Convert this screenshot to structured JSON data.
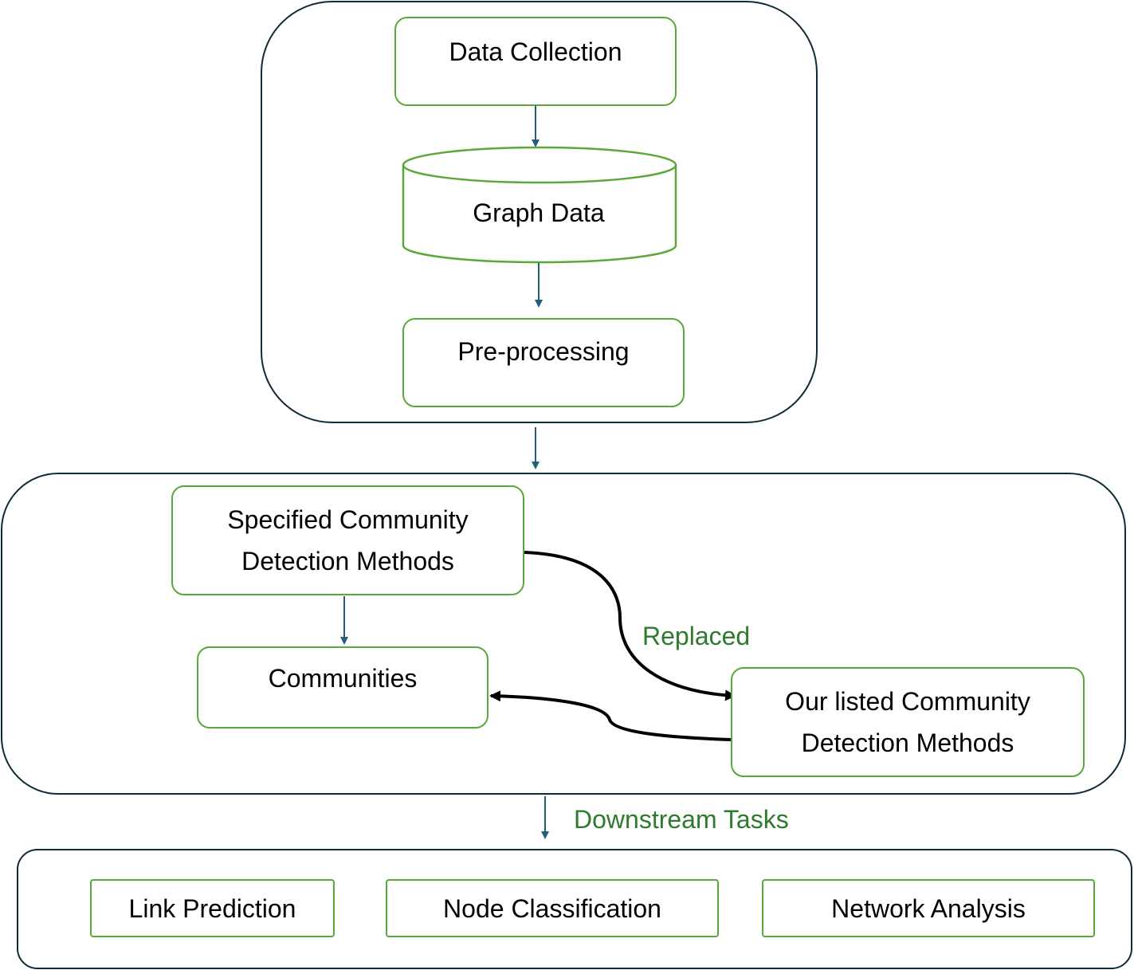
{
  "colors": {
    "container_border": "#0e2a35",
    "node_border": "#5aa83a",
    "arrow_blue": "#1f5f7a",
    "arrow_black": "#000000",
    "label_green": "#2e7a2e"
  },
  "stage1": {
    "data_collection": "Data Collection",
    "graph_data": "Graph Data",
    "preprocessing": "Pre-processing"
  },
  "stage2": {
    "specified_methods": "Specified Community\nDetection Methods",
    "communities": "Communities",
    "our_methods": "Our listed Community\nDetection Methods",
    "replaced_label": "Replaced"
  },
  "downstream_label": "Downstream Tasks",
  "stage3": {
    "link_prediction": "Link Prediction",
    "node_classification": "Node Classification",
    "network_analysis": "Network Analysis"
  }
}
